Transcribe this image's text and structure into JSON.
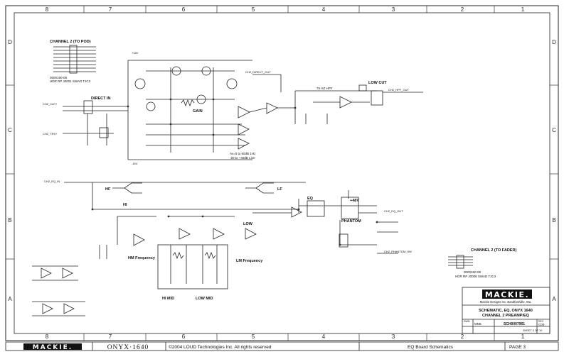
{
  "border": {
    "columns": [
      "8",
      "7",
      "6",
      "5",
      "4",
      "3",
      "2",
      "1"
    ],
    "rows": [
      "D",
      "C",
      "B",
      "A"
    ]
  },
  "logo": {
    "brand": "MACKIE.",
    "company": "Mackie Designs Inc.  Bandfordville, Wa."
  },
  "title_block": {
    "line1": "SCHEMATIC, EQ, ONYX 1640",
    "line2": "CHANNEL 2 PREAMP/EQ",
    "drawn_label": "DWN",
    "drawn_value": "MNE",
    "dwg_number": "SCH0007961",
    "rev_label": "REV",
    "rev_value": "C00",
    "sheet": "SHEET 3 OF 10"
  },
  "footer": {
    "brand": "MACKIE.",
    "product": "ONYX·1640",
    "copyright": "©2004 LOUD Technologies Inc. All rights reserved",
    "doc": "EQ Board Schematics",
    "page": "PAGE 3"
  },
  "labels": {
    "channel_to_pod": "CHANNEL 2 (TO POD)",
    "channel_to_fader": "CHANNEL 2 (TO FADER)",
    "direct_in": "DIRECT IN",
    "gain": "GAIN",
    "hpf": "75 HZ HPF",
    "low_cut": "LOW CUT",
    "eq": "EQ",
    "phantom": "PHANTOM",
    "plus48": "+48V",
    "hi": "HI",
    "hm_freq": "HM Frequency",
    "lm_freq": "LM Frequency",
    "low": "LOW",
    "hi_mid": "HI MID",
    "low_mid": "LOW MID",
    "hf": "HF",
    "lf": "LF",
    "gain_note1": "Av=0 to 60dB 1Hz",
    "gain_note2": "-20 to +40dB Line",
    "ch2_direct_out": "CH2_DIRECT_OUT",
    "ch2_eq_in": "CH2_EQ_IN",
    "ch2_eq_out": "CH2_EQ_OUT",
    "ch2_hpf_out": "CH2_HPF_OUT",
    "ch2_phantom": "CH2_PHANTOM_SW",
    "ch2_xlr": "CH2_XLR+",
    "ch2_trs": "CH2_TRS+",
    "hdr_pod": "HDR RP J0001 SWAD TJC3",
    "hdr_fader": "HDR RP J0008 SWAD TJC3",
    "part_pod": "0000150-08",
    "part_fader": "0000160-08",
    "plus15": "+15V",
    "minus15": "-15V"
  }
}
